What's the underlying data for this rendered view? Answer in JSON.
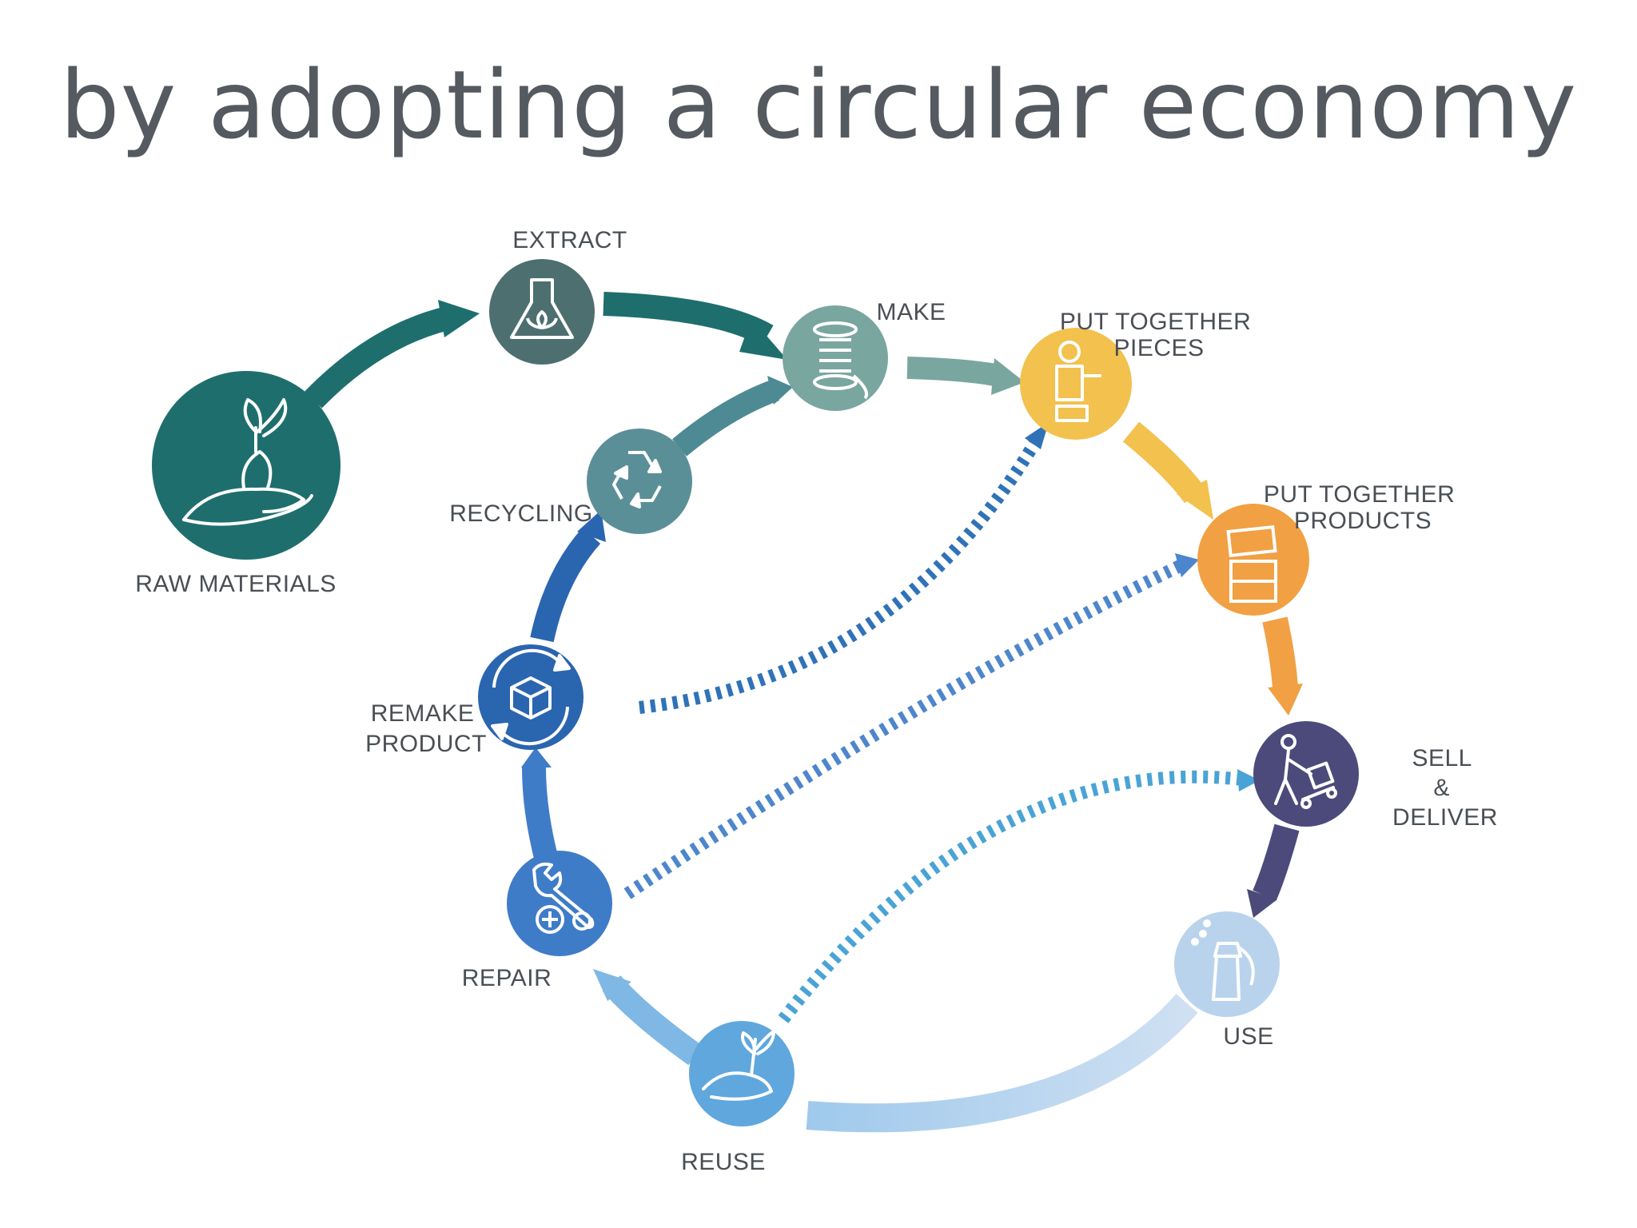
{
  "title": "by adopting a circular economy",
  "colors": {
    "raw": "#1f6e6e",
    "extract": "#4d6f6f",
    "make": "#7aa6a0",
    "pieces": "#f2c14e",
    "products": "#f1a043",
    "sell": "#4c4a7a",
    "use": "#b9d3ec",
    "reuse": "#5fa7dd",
    "repair": "#3f7cc8",
    "remake": "#2a65b0",
    "recycling": "#5b8f98"
  },
  "nodes": [
    {
      "id": "raw-materials",
      "label_lines": [
        "RAW MATERIALS"
      ],
      "icon": "hand-plant-icon"
    },
    {
      "id": "extract",
      "label_lines": [
        "EXTRACT"
      ],
      "icon": "flask-leaf-icon"
    },
    {
      "id": "make",
      "label_lines": [
        "MAKE"
      ],
      "icon": "spool-icon"
    },
    {
      "id": "put-together-pieces",
      "label_lines": [
        "PUT TOGETHER",
        "PIECES"
      ],
      "icon": "worker-icon"
    },
    {
      "id": "put-together-products",
      "label_lines": [
        "PUT TOGETHER",
        "PRODUCTS"
      ],
      "icon": "boxes-icon"
    },
    {
      "id": "sell-deliver",
      "label_lines": [
        "SELL",
        "&",
        "DELIVER"
      ],
      "icon": "delivery-cart-icon"
    },
    {
      "id": "use",
      "label_lines": [
        "USE"
      ],
      "icon": "spray-bottle-icon"
    },
    {
      "id": "reuse",
      "label_lines": [
        "REUSE"
      ],
      "icon": "hand-sprout-icon"
    },
    {
      "id": "repair",
      "label_lines": [
        "REPAIR"
      ],
      "icon": "wrench-icon"
    },
    {
      "id": "remake-product",
      "label_lines": [
        "REMAKE",
        "PRODUCT"
      ],
      "icon": "box-cycle-icon"
    },
    {
      "id": "recycling",
      "label_lines": [
        "RECYCLING"
      ],
      "icon": "recycle-icon"
    }
  ]
}
